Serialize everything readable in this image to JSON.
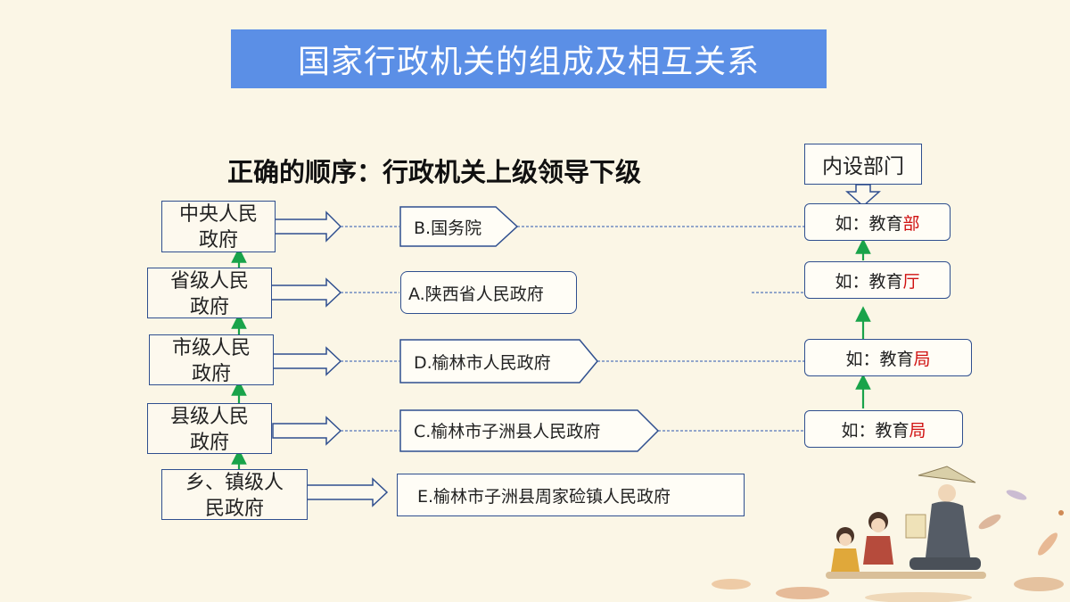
{
  "title": "国家行政机关的组成及相互关系",
  "subtitle": "正确的顺序：行政机关上级领导下级",
  "inner_department_label": "内设部门",
  "colors": {
    "title_bg": "#5b8fe6",
    "box_border": "#2f4f8f",
    "arrow_green": "#19a34a",
    "highlight_red": "#d01010",
    "background": "#fbf6e6"
  },
  "levels": [
    {
      "line1": "中央人民",
      "line2": "政府"
    },
    {
      "line1": "省级人民",
      "line2": "政府"
    },
    {
      "line1": "市级人民",
      "line2": "政府"
    },
    {
      "line1": "县级人民",
      "line2": "政府"
    },
    {
      "line1": "乡、镇级人",
      "line2": "民政府"
    }
  ],
  "organs": [
    "B.国务院",
    "A.陕西省人民政府",
    "D.榆林市人民政府",
    "C.榆林市子洲县人民政府",
    "E.榆林市子洲县周家硷镇人民政府"
  ],
  "departments": [
    {
      "prefix": "如：教育",
      "suffix": "部"
    },
    {
      "prefix": "如：教育",
      "suffix": "厅"
    },
    {
      "prefix": "如：教育",
      "suffix": "局"
    },
    {
      "prefix": "如：教育",
      "suffix": "局"
    }
  ]
}
